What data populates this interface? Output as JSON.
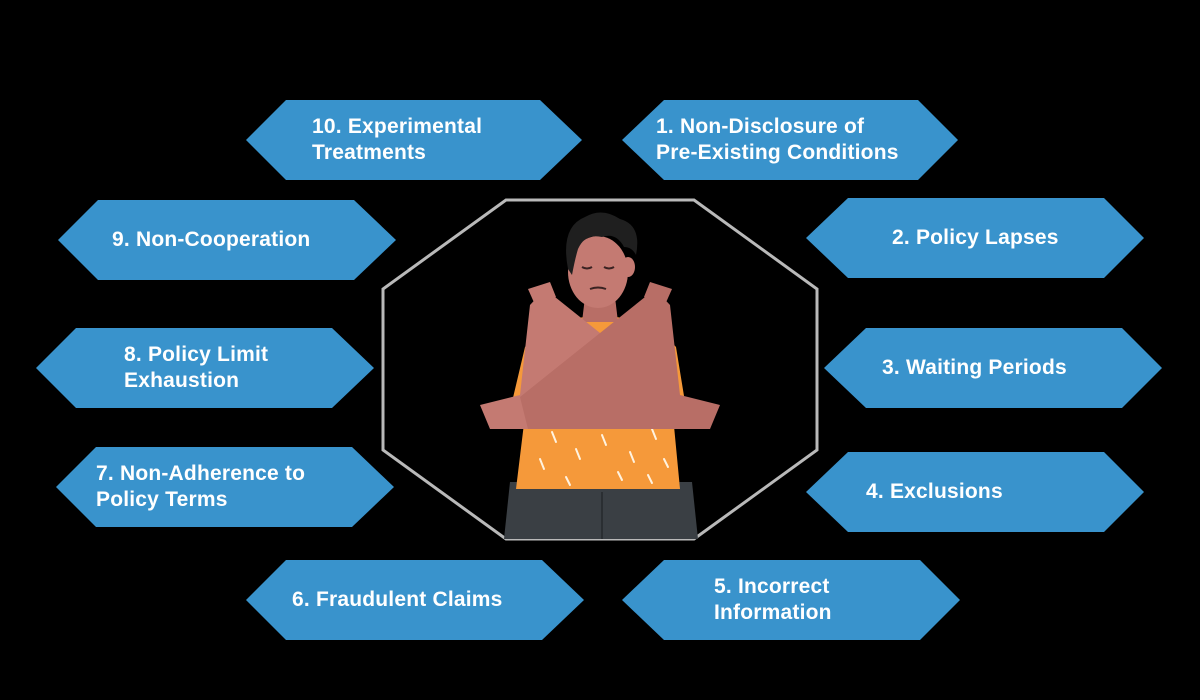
{
  "items": [
    {
      "text_1": "10. Experimental",
      "text_2": "Treatments"
    },
    {
      "text_1": "1. Non-Disclosure of",
      "text_2": "Pre-Existing Conditions"
    },
    {
      "text_1": "9. Non-Cooperation",
      "text_2": ""
    },
    {
      "text_1": "2. Policy Lapses",
      "text_2": ""
    },
    {
      "text_1": "8. Policy Limit",
      "text_2": "Exhaustion"
    },
    {
      "text_1": "3. Waiting Periods",
      "text_2": ""
    },
    {
      "text_1": "7. Non-Adherence to",
      "text_2": "Policy Terms"
    },
    {
      "text_1": "4. Exclusions",
      "text_2": ""
    },
    {
      "text_1": "6. Fraudulent Claims",
      "text_2": ""
    },
    {
      "text_1": "5. Incorrect",
      "text_2": "Information"
    }
  ],
  "colors": {
    "background": "#000000",
    "pill_fill": "#3993cc",
    "pill_edge": "#ffffff",
    "octagon_stroke": "#b9b9b9",
    "shirt": "#f5993a",
    "skin": "#c47a72",
    "hair": "#1f1f1f",
    "pants": "#3a3f44"
  },
  "illustration": {
    "name": "person-crossing-arms-icon"
  }
}
